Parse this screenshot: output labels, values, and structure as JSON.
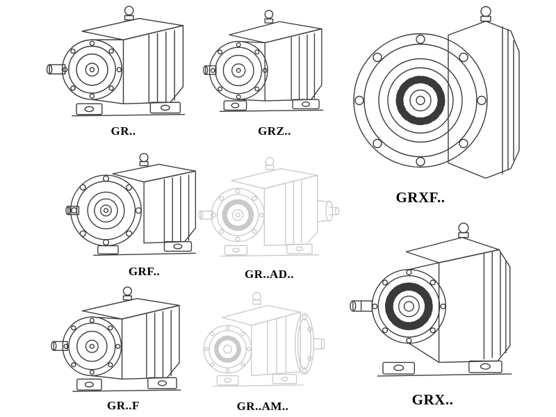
{
  "colors": {
    "background": "#ffffff",
    "line_dark": "#3a3a3a",
    "line_faded": "#c9c9c9",
    "label_text": "#000000"
  },
  "models": [
    {
      "label": "GR..",
      "drawing": "helical-gearbox-foot-mounted-drawing",
      "tone": "dark"
    },
    {
      "label": "GRZ..",
      "drawing": "helical-gearbox-foot-mounted-variant-drawing",
      "tone": "dark"
    },
    {
      "label": "GRXF..",
      "drawing": "helical-gearbox-flange-front-view-drawing",
      "tone": "dark"
    },
    {
      "label": "GRF..",
      "drawing": "helical-gearbox-flange-mounted-drawing",
      "tone": "dark"
    },
    {
      "label": "GR..AD..",
      "drawing": "helical-gearbox-input-adapter-drawing",
      "tone": "faded"
    },
    {
      "label": "GR..F",
      "drawing": "helical-gearbox-foot-flange-drawing",
      "tone": "dark"
    },
    {
      "label": "GR..AM..",
      "drawing": "helical-gearbox-output-flange-drawing",
      "tone": "faded"
    },
    {
      "label": "GRX..",
      "drawing": "helical-gearbox-large-foot-mounted-drawing",
      "tone": "dark"
    }
  ]
}
